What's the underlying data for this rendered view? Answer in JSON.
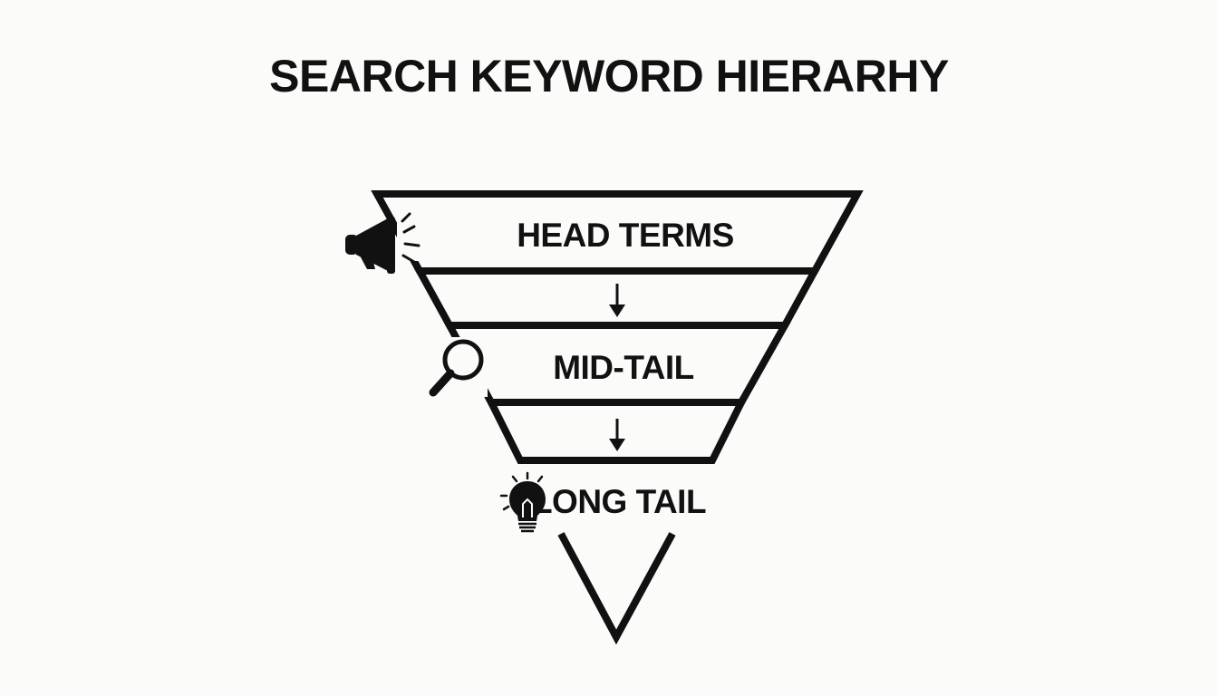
{
  "title": "SEARCH KEYWORD HIERARHY",
  "tiers": [
    {
      "label": "HEAD TERMS",
      "icon": "megaphone-icon"
    },
    {
      "label": "MID-TAIL",
      "icon": "magnifying-glass-icon"
    },
    {
      "label": "LONG TAIL",
      "icon": "lightbulb-icon"
    }
  ],
  "colors": {
    "background": "#fbfbfa",
    "ink": "#111111"
  }
}
